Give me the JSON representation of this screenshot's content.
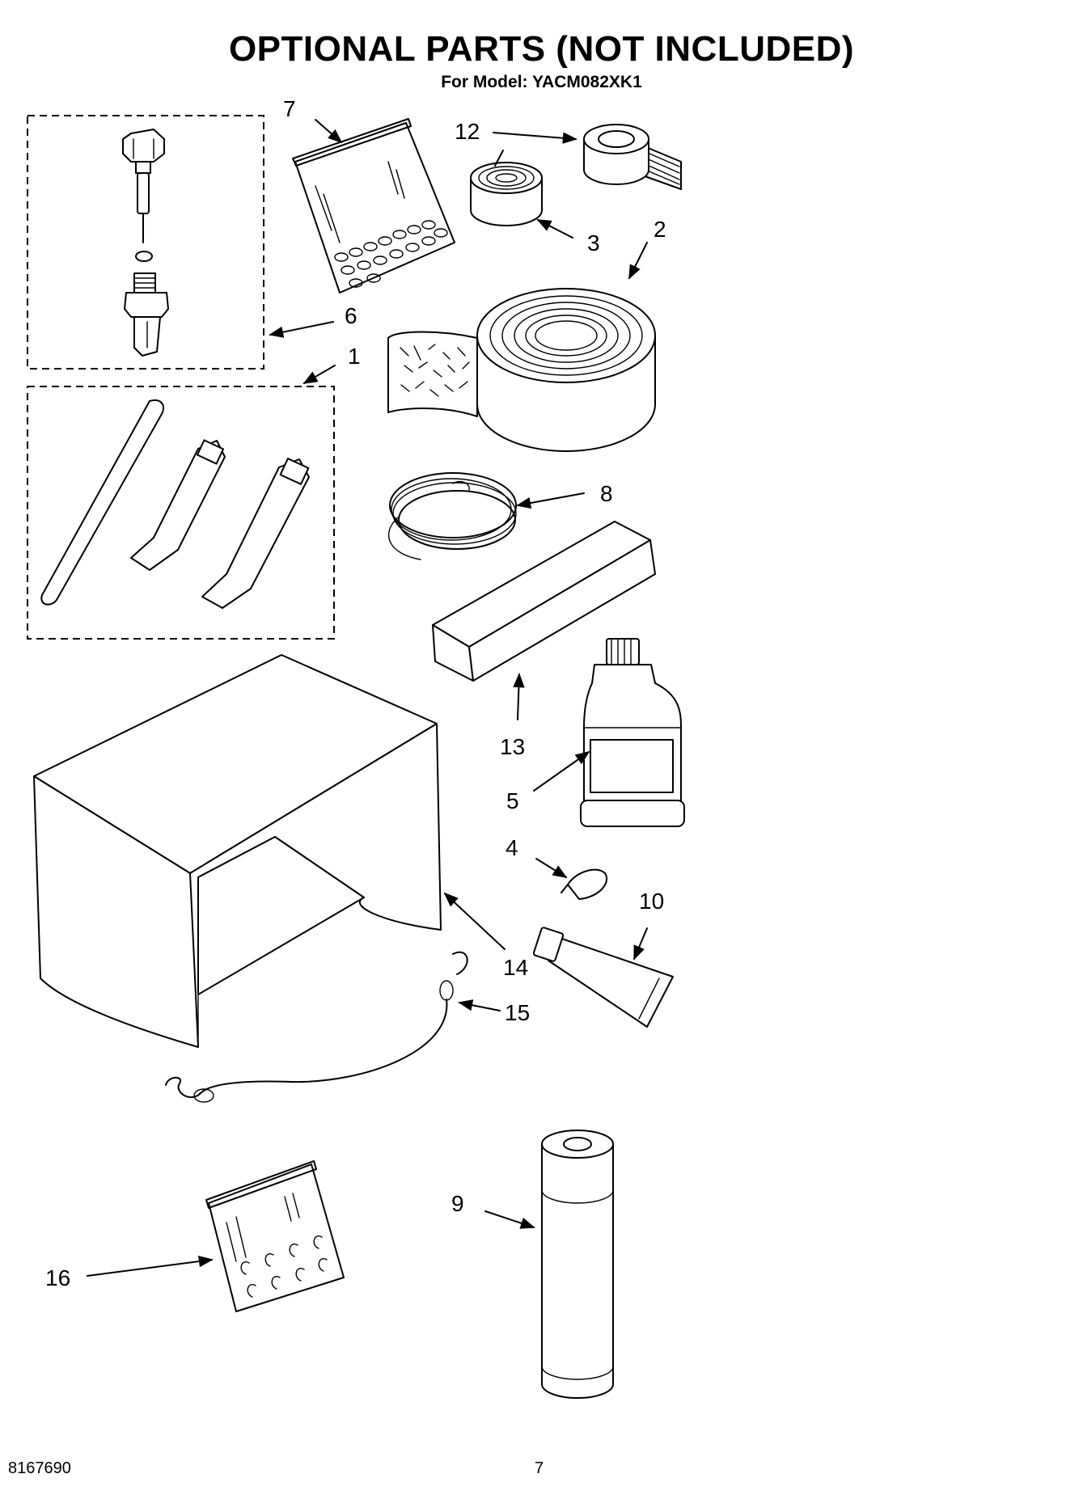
{
  "header": {
    "title": "OPTIONAL PARTS (NOT INCLUDED)",
    "subtitle": "For Model: YACM082XK1"
  },
  "footer": {
    "doc_number": "8167690",
    "page_number": "7"
  },
  "callouts": {
    "c1": "1",
    "c2": "2",
    "c3": "3",
    "c4": "4",
    "c5": "5",
    "c6": "6",
    "c7": "7",
    "c8": "8",
    "c9": "9",
    "c10": "10",
    "c12": "12",
    "c13": "13",
    "c14": "14",
    "c15": "15",
    "c16": "16"
  }
}
